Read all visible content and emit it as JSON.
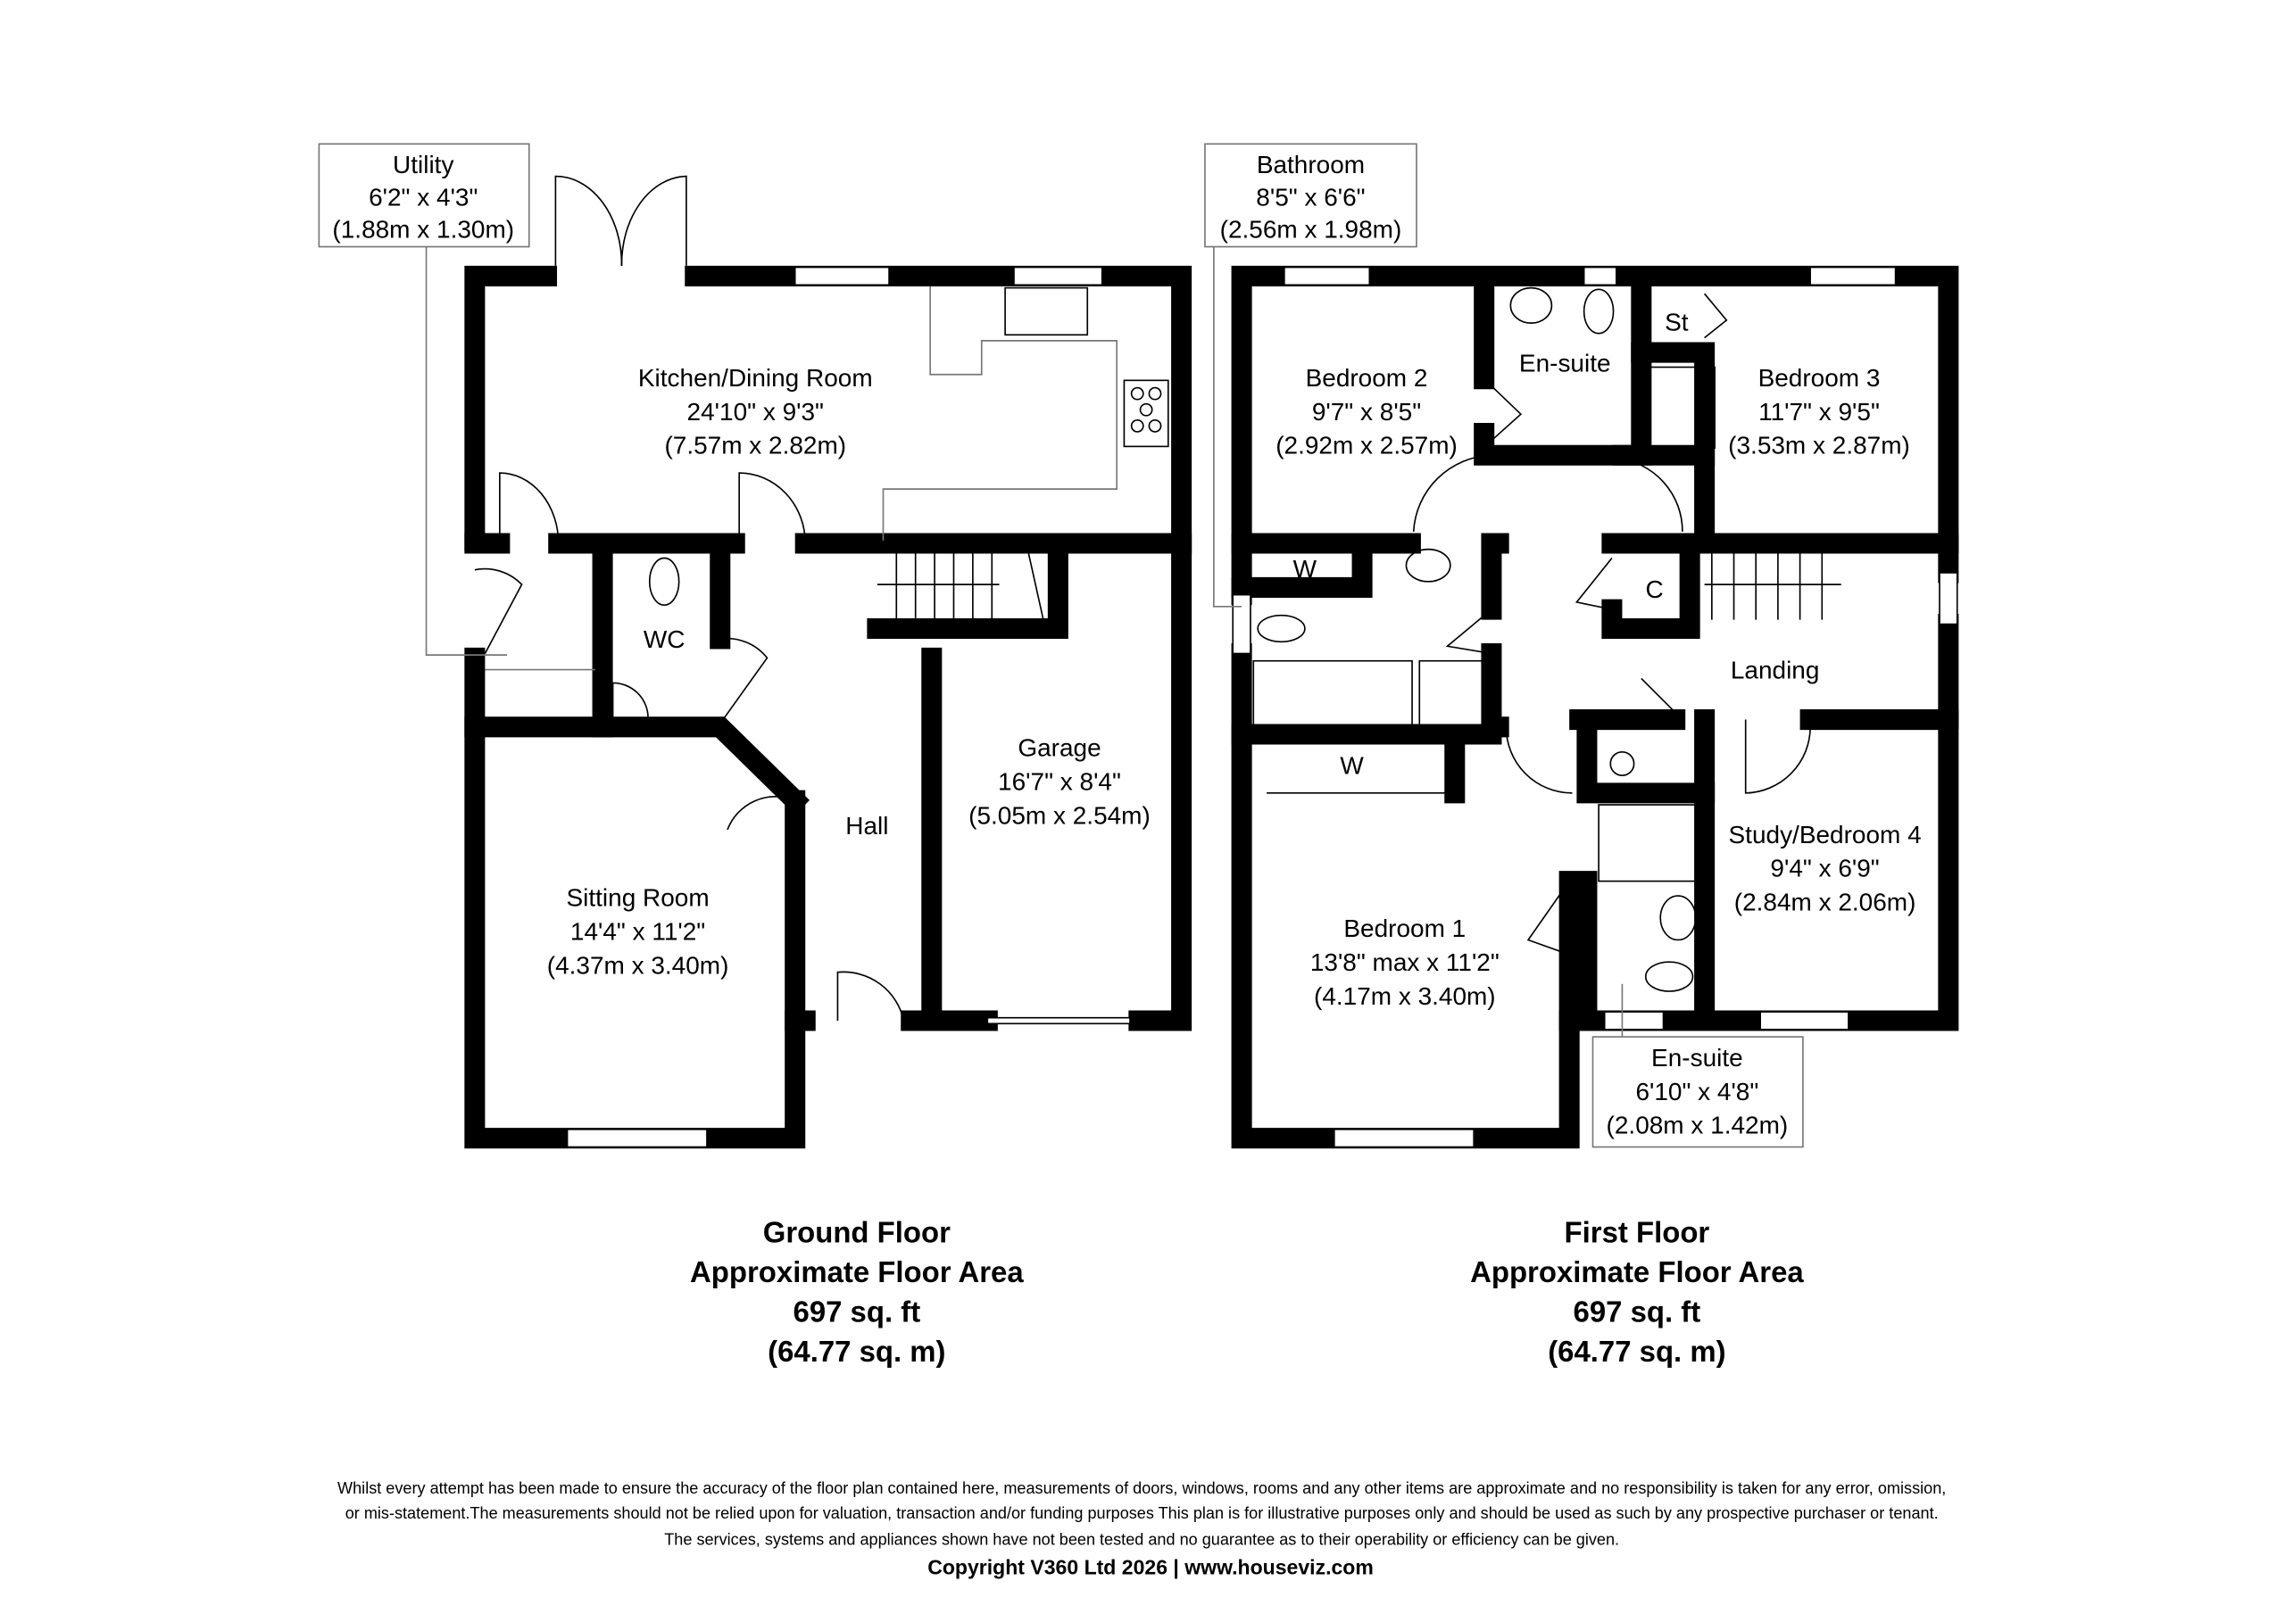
{
  "ground_floor": {
    "rooms": {
      "utility": {
        "name": "Utility",
        "imperial": "6'2\" x 4'3\"",
        "metric": "(1.88m x 1.30m)"
      },
      "kitchen": {
        "name": "Kitchen/Dining Room",
        "imperial": "24'10\" x 9'3\"",
        "metric": "(7.57m x 2.82m)"
      },
      "wc": {
        "name": "WC"
      },
      "hall": {
        "name": "Hall"
      },
      "garage": {
        "name": "Garage",
        "imperial": "16'7\" x 8'4\"",
        "metric": "(5.05m x 2.54m)"
      },
      "sitting": {
        "name": "Sitting Room",
        "imperial": "14'4\" x 11'2\"",
        "metric": "(4.37m x 3.40m)"
      }
    },
    "summary": {
      "title": "Ground Floor",
      "subtitle": "Approximate Floor Area",
      "sqft": "697 sq. ft",
      "sqm": "(64.77 sq. m)"
    }
  },
  "first_floor": {
    "rooms": {
      "bathroom": {
        "name": "Bathroom",
        "imperial": "8'5\" x 6'6\"",
        "metric": "(2.56m x 1.98m)"
      },
      "bedroom2": {
        "name": "Bedroom 2",
        "imperial": "9'7\" x 8'5\"",
        "metric": "(2.92m x 2.57m)"
      },
      "ensuite_top": {
        "name": "En-suite"
      },
      "store": {
        "name": "St"
      },
      "bedroom3": {
        "name": "Bedroom 3",
        "imperial": "11'7\" x 9'5\"",
        "metric": "(3.53m x 2.87m)"
      },
      "wardrobe1": {
        "name": "W"
      },
      "cupboard": {
        "name": "C"
      },
      "landing": {
        "name": "Landing"
      },
      "wardrobe2": {
        "name": "W"
      },
      "study": {
        "name": "Study/Bedroom 4",
        "imperial": "9'4\" x 6'9\"",
        "metric": "(2.84m x 2.06m)"
      },
      "bedroom1": {
        "name": "Bedroom 1",
        "imperial": "13'8\" max  x 11'2\"",
        "metric": "(4.17m x 3.40m)"
      },
      "ensuite_bottom": {
        "name": "En-suite",
        "imperial": "6'10\" x 4'8\"",
        "metric": "(2.08m x 1.42m)"
      }
    },
    "summary": {
      "title": "First Floor",
      "subtitle": "Approximate Floor Area",
      "sqft": "697 sq. ft",
      "sqm": "(64.77 sq. m)"
    }
  },
  "disclaimer": {
    "line1": "Whilst every attempt has been made to ensure the accuracy of the floor plan contained here, measurements of doors, windows, rooms and any other items are approximate and no responsibility is taken for any error, omission,",
    "line2": "or mis-statement.The measurements should not be relied upon for valuation, transaction and/or funding purposes This plan is for illustrative purposes only and should be used as such by any prospective purchaser or tenant.",
    "line3": "The services, systems and appliances shown have not been tested and no guarantee as to their operability or efficiency can be given.",
    "copyright": "Copyright V360 Ltd 2026 | www.houseviz.com"
  }
}
